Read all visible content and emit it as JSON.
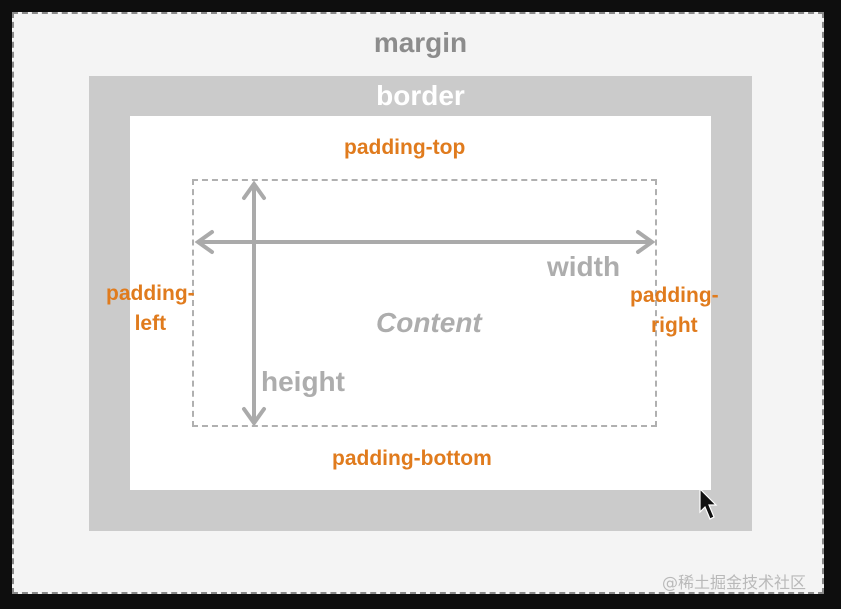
{
  "diagram": {
    "margin_label": "margin",
    "border_label": "border",
    "padding_top_label": "padding-top",
    "padding_bottom_label": "padding-bottom",
    "padding_left_label": [
      "padding-",
      "left"
    ],
    "padding_right_label": [
      "padding-",
      "right"
    ],
    "width_label": "width",
    "height_label": "height",
    "content_label": "Content"
  },
  "watermark": "@稀土掘金技术社区",
  "colors": {
    "margin_area": "#f4f4f4",
    "border_area": "#cbcbcb",
    "padding_area": "#ffffff",
    "padding_text": "#e07b1d",
    "content_text": "#adadad",
    "arrow": "#aaaaaa"
  },
  "icons": {
    "cursor": "mouse-pointer-icon"
  }
}
